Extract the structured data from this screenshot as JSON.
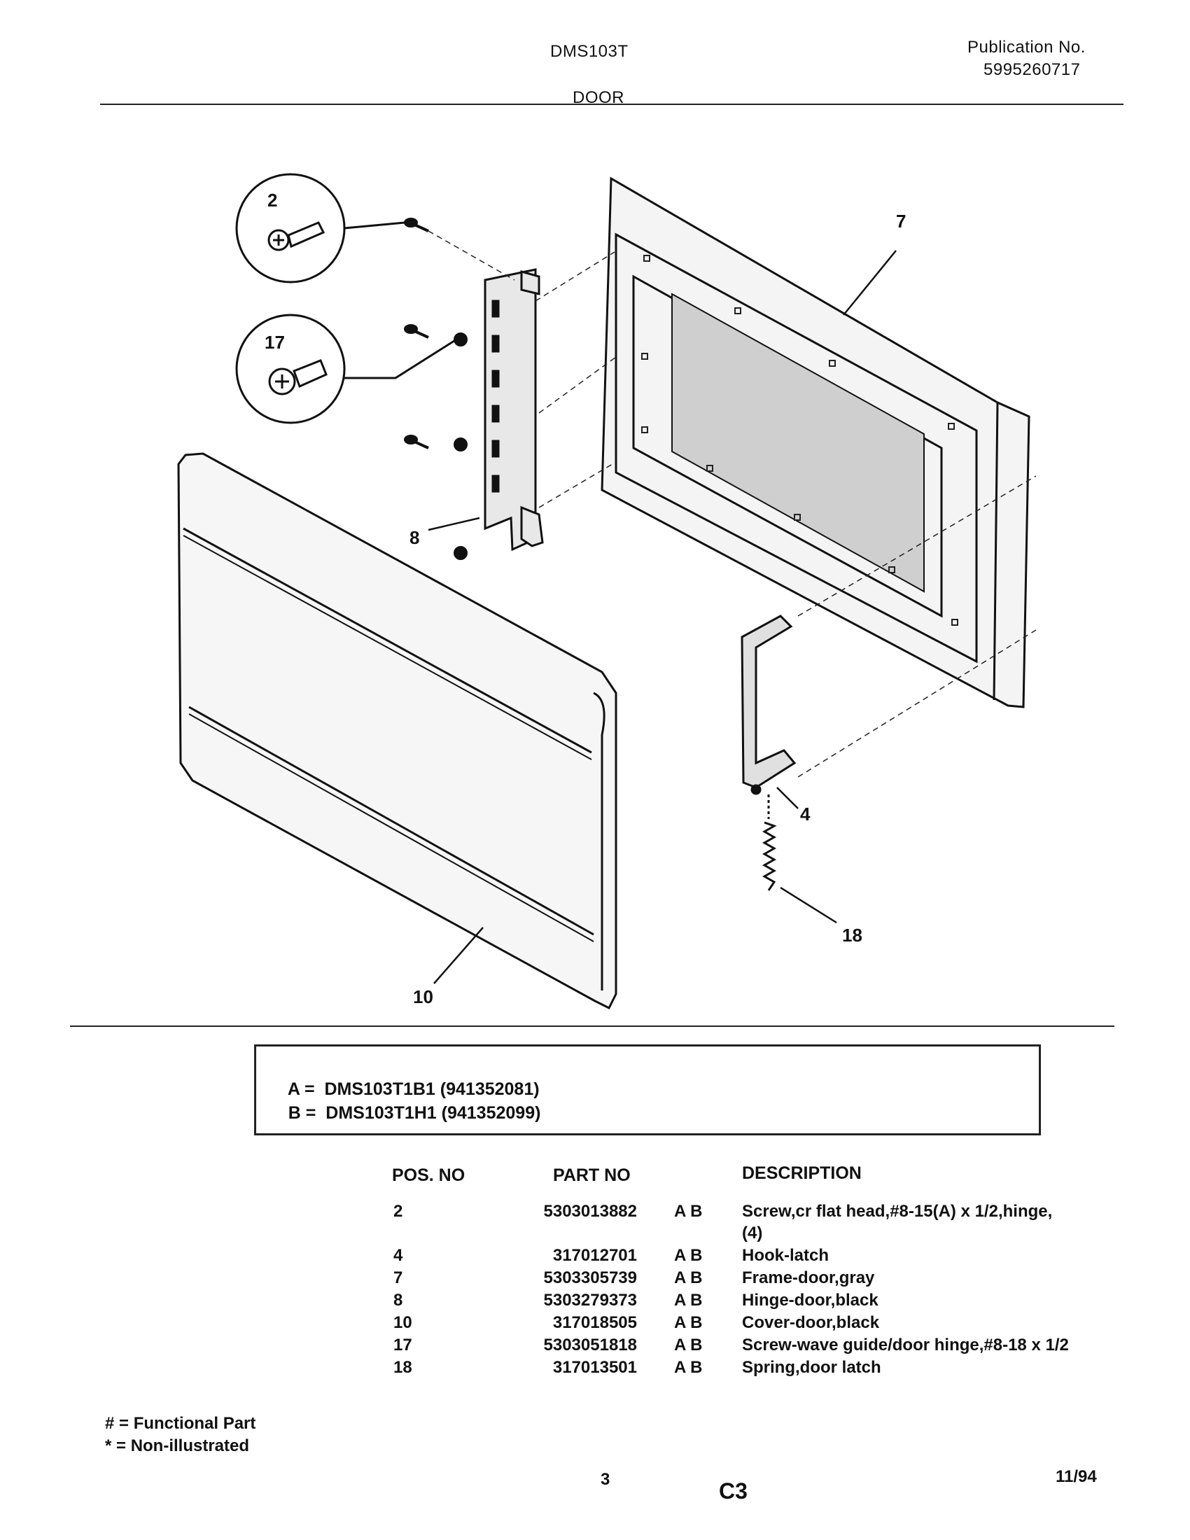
{
  "header": {
    "model": "DMS103T",
    "publication_label": "Publication No.",
    "publication_number": "5995260717",
    "section": "DOOR"
  },
  "callouts": [
    "2",
    "17",
    "7",
    "8",
    "4",
    "18",
    "10"
  ],
  "legend": [
    {
      "key": "A",
      "model": "DMS103T1B1 (941352081)"
    },
    {
      "key": "B",
      "model": "DMS103T1H1 (941352099)"
    }
  ],
  "table": {
    "headers": {
      "pos": "POS. NO",
      "part": "PART NO",
      "description": "DESCRIPTION"
    },
    "rows": [
      {
        "pos": "2",
        "part": "5303013882",
        "models": "A B",
        "description": "Screw,cr flat head,#8-15(A) x 1/2,hinge,",
        "description_cont": "(4)"
      },
      {
        "pos": "4",
        "part": "317012701",
        "models": "A B",
        "description": "Hook-latch"
      },
      {
        "pos": "7",
        "part": "5303305739",
        "models": "A B",
        "description": "Frame-door,gray"
      },
      {
        "pos": "8",
        "part": "5303279373",
        "models": "A B",
        "description": "Hinge-door,black"
      },
      {
        "pos": "10",
        "part": "317018505",
        "models": "A B",
        "description": "Cover-door,black"
      },
      {
        "pos": "17",
        "part": "5303051818",
        "models": "A B",
        "description": "Screw-wave guide/door hinge,#8-18 x 1/2"
      },
      {
        "pos": "18",
        "part": "317013501",
        "models": "A B",
        "description": "Spring,door latch"
      }
    ]
  },
  "notes": {
    "functional": "# = Functional Part",
    "non_illustrated": "* = Non-illustrated"
  },
  "footer": {
    "page": "3",
    "code": "C3",
    "date": "11/94"
  }
}
